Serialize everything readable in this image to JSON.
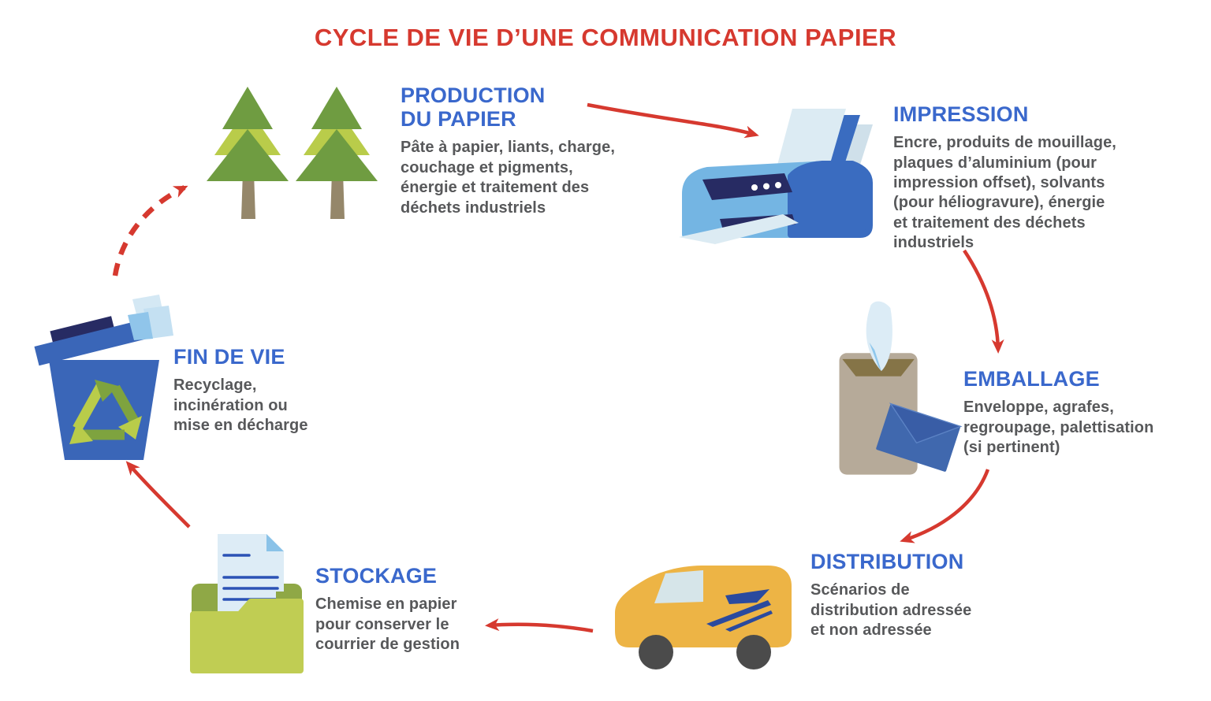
{
  "title": "CYCLE DE VIE D’UNE COMMUNICATION PAPIER",
  "colors": {
    "title_red": "#d6392f",
    "arrow_red": "#d6392f",
    "heading_blue": "#3a68cc",
    "body_gray": "#57585a",
    "tree_green_dark": "#6f9c41",
    "tree_green_light": "#b9cc4a",
    "trunk_brown": "#95876a",
    "printer_light_blue": "#74b5e3",
    "printer_dark_blue": "#3a6cc0",
    "printer_navy": "#272b63",
    "paper_light": "#dcebf3",
    "kraft_tan": "#b6aa99",
    "kraft_dark": "#857447",
    "envelope_blue": "#4068ae",
    "van_yellow": "#edb445",
    "van_logo_blue": "#2b4a9e",
    "wheel_gray": "#4b4b4b",
    "folder_front_green": "#c0cd53",
    "folder_back_green": "#8fa846",
    "bin_blue": "#3a66b8",
    "recycle_green_light": "#b9cc4a",
    "recycle_green_dark": "#7ea33f"
  },
  "stages": [
    {
      "id": "production",
      "icon": "trees-icon",
      "heading": "PRODUCTION\nDU PAPIER",
      "body": "Pâte à papier, liants, charge,\ncouchage et pigments,\nénergie et traitement des\ndéchets industriels"
    },
    {
      "id": "impression",
      "icon": "printer-icon",
      "heading": "IMPRESSION",
      "body": "Encre, produits de mouillage,\nplaques d’aluminium (pour\nimpression offset), solvants\n(pour héliogravure), énergie\net traitement des déchets\nindustriels"
    },
    {
      "id": "emballage",
      "icon": "package-envelope-icon",
      "heading": "EMBALLAGE",
      "body": "Enveloppe, agrafes,\nregroupage, palettisation\n(si pertinent)"
    },
    {
      "id": "distribution",
      "icon": "delivery-van-icon",
      "heading": "DISTRIBUTION",
      "body": "Scénarios de\ndistribution adressée\net non adressée"
    },
    {
      "id": "stockage",
      "icon": "folder-document-icon",
      "heading": "STOCKAGE",
      "body": "Chemise en papier\npour conserver le\ncourrier de gestion"
    },
    {
      "id": "fin_de_vie",
      "icon": "recycle-bin-icon",
      "heading": "FIN DE VIE",
      "body": "Recyclage,\nincinération ou\nmise en décharge"
    }
  ],
  "arrows": [
    {
      "from": "production",
      "to": "impression",
      "style": "solid"
    },
    {
      "from": "impression",
      "to": "emballage",
      "style": "solid"
    },
    {
      "from": "emballage",
      "to": "distribution",
      "style": "solid"
    },
    {
      "from": "distribution",
      "to": "stockage",
      "style": "solid"
    },
    {
      "from": "stockage",
      "to": "fin_de_vie",
      "style": "solid"
    },
    {
      "from": "fin_de_vie",
      "to": "production",
      "style": "dashed"
    }
  ]
}
